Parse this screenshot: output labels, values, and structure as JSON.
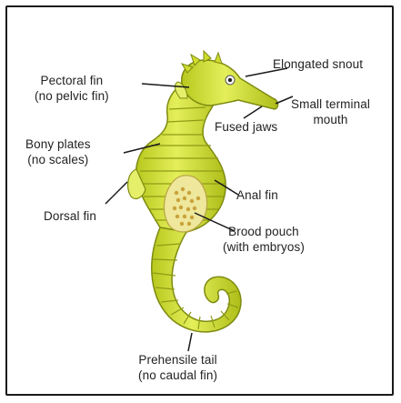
{
  "labels": {
    "pectoral": [
      "Pectoral fin",
      "(no pelvic fin)"
    ],
    "bony": [
      "Bony plates",
      "(no scales)"
    ],
    "dorsal": "Dorsal fin",
    "snout": "Elongated snout",
    "mouth": [
      "Small terminal",
      "mouth"
    ],
    "jaws": "Fused jaws",
    "anal": "Anal fin",
    "pouch": [
      "Brood pouch",
      "(with embryos)"
    ],
    "tail": [
      "Prehensile tail",
      "(no caudal fin)"
    ]
  },
  "colors": {
    "body": "#d6e63a",
    "body_dark": "#9fae16",
    "pouch": "#e8e39a",
    "embryo": "#c9a23a",
    "line": "#1a1a1a"
  }
}
